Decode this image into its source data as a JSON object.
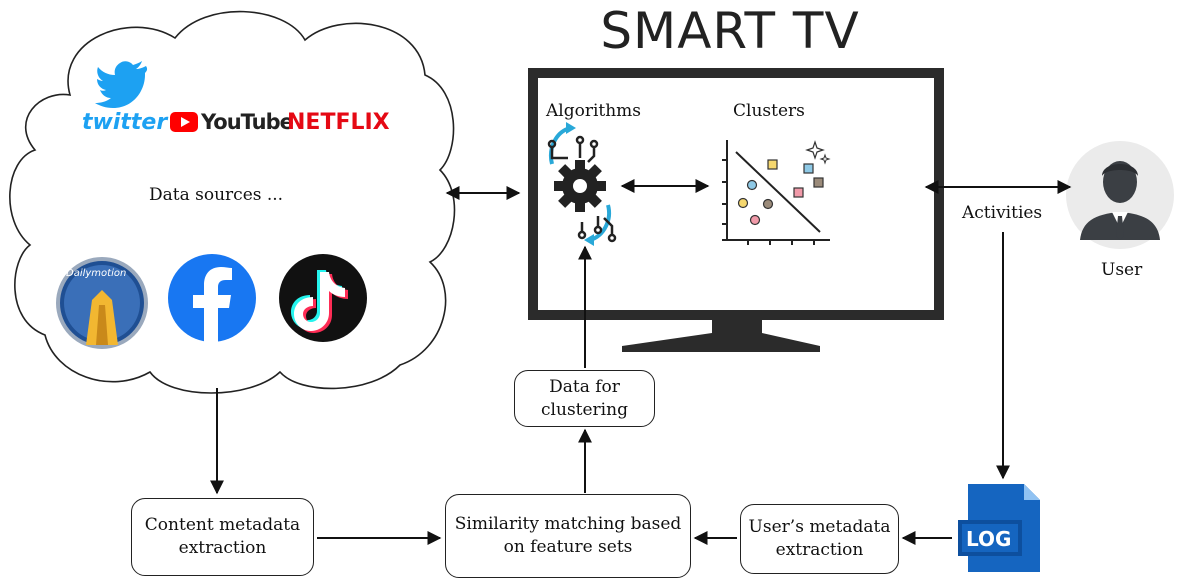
{
  "title": "SMART TV",
  "tv": {
    "algorithms_label": "Algorithms",
    "clusters_label": "Clusters"
  },
  "cloud": {
    "label": "Data sources ...",
    "logos": {
      "twitter": "twitter",
      "youtube": "YouTube",
      "netflix": "NETFLIX",
      "dailymotion": "Dailymotion"
    }
  },
  "user": {
    "label": "User",
    "activities": "Activities"
  },
  "log_label": "LOG",
  "boxes": {
    "data_for_clustering": [
      "Data for",
      "clustering"
    ],
    "content_metadata": [
      "Content metadata",
      "extraction"
    ],
    "similarity": [
      "Similarity matching based",
      "on feature sets"
    ],
    "user_metadata": [
      "User’s metadata",
      "extraction"
    ]
  },
  "colors": {
    "twitter": "#1da1f2",
    "youtube": "#ff0000",
    "netflix": "#e50914",
    "facebook": "#1877f2",
    "tiktok": "#111111",
    "log": "#1565c0",
    "tv_frame": "#2b2b2b",
    "cycle": "#29a8d8"
  }
}
